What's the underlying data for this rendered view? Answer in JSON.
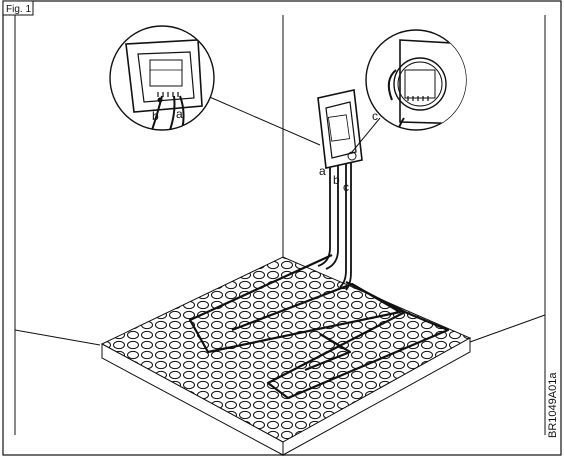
{
  "header": {
    "label": "Fig. 1"
  },
  "callouts": {
    "a_top": "a",
    "b_top": "b",
    "c_top": "c",
    "a_cable": "a",
    "b_cable": "b",
    "c_cable": "c"
  },
  "figure_code": "BR1049A01a",
  "colors": {
    "line": "#111111",
    "background": "#ffffff",
    "mat": "#ffffff"
  }
}
